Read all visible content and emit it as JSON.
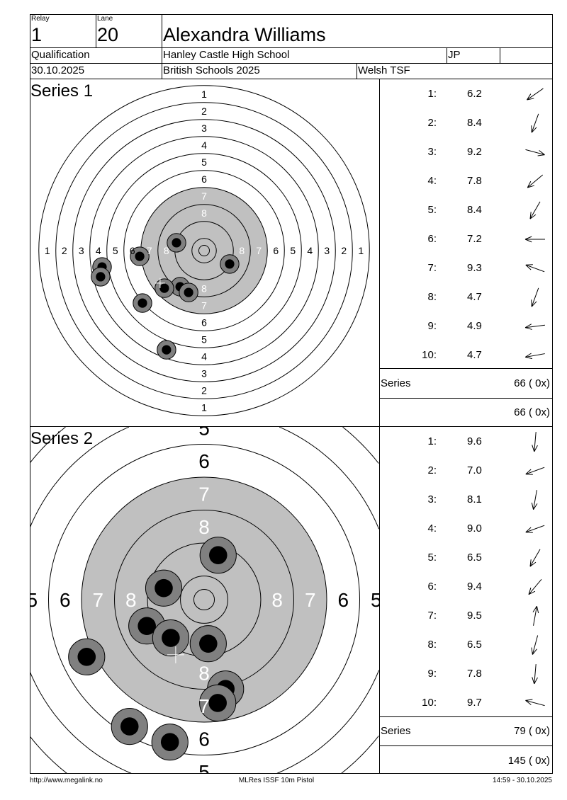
{
  "header": {
    "relay_label": "Relay",
    "relay": "1",
    "lane_label": "Lane",
    "lane": "20",
    "name": "Alexandra Williams",
    "stage": "Qualification",
    "club": "Hanley Castle High School",
    "initials": "JP",
    "date": "30.10.2025",
    "competition": "British Schools 2025",
    "organizer": "Welsh TSF"
  },
  "series": [
    {
      "title": "Series 1",
      "series_label": "Series",
      "series_total": "66 ( 0x)",
      "running_total": "66 ( 0x)",
      "group_center_mm": [
        -20.7,
        15.3
      ],
      "shots": [
        {
          "num": "1:",
          "score": "6.2",
          "direction_deg": 145,
          "x_mm": -17.7,
          "y_mm": 46.7
        },
        {
          "num": "2:",
          "score": "8.4",
          "direction_deg": 110,
          "x_mm": -13.0,
          "y_mm": -3.7
        },
        {
          "num": "3:",
          "score": "9.2",
          "direction_deg": 15,
          "x_mm": 12.0,
          "y_mm": 6.3
        },
        {
          "num": "4:",
          "score": "7.8",
          "direction_deg": 140,
          "x_mm": -29.0,
          "y_mm": 24.7
        },
        {
          "num": "5:",
          "score": "8.4",
          "direction_deg": 120,
          "x_mm": -11.3,
          "y_mm": 17.0
        },
        {
          "num": "6:",
          "score": "7.2",
          "direction_deg": 180,
          "x_mm": -30.3,
          "y_mm": 2.7
        },
        {
          "num": "7:",
          "score": "9.3",
          "direction_deg": 200,
          "x_mm": -7.3,
          "y_mm": 19.7
        },
        {
          "num": "8:",
          "score": "4.7",
          "direction_deg": 110,
          "x_mm": -48.0,
          "y_mm": 7.7
        },
        {
          "num": "9:",
          "score": "4.9",
          "direction_deg": 173,
          "x_mm": -18.7,
          "y_mm": 17.7
        },
        {
          "num": "10:",
          "score": "4.7",
          "direction_deg": 170,
          "x_mm": -48.7,
          "y_mm": 12.3
        }
      ]
    },
    {
      "title": "Series 2",
      "series_label": "Series",
      "series_total": "79 ( 0x)",
      "running_total": "145 ( 0x)",
      "group_center_mm": [
        -6.9,
        13.4
      ],
      "shots": [
        {
          "num": "1:",
          "score": "9.6",
          "direction_deg": 95,
          "x_mm": 1.0,
          "y_mm": 10.7
        },
        {
          "num": "2:",
          "score": "7.0",
          "direction_deg": 160,
          "x_mm": -28.5,
          "y_mm": 13.9
        },
        {
          "num": "3:",
          "score": "8.1",
          "direction_deg": 100,
          "x_mm": 5.2,
          "y_mm": 21.7
        },
        {
          "num": "4:",
          "score": "9.0",
          "direction_deg": 160,
          "x_mm": -13.9,
          "y_mm": 6.4
        },
        {
          "num": "5:",
          "score": "6.5",
          "direction_deg": 120,
          "x_mm": -18.1,
          "y_mm": 30.8
        },
        {
          "num": "6:",
          "score": "9.4",
          "direction_deg": 130,
          "x_mm": -8.1,
          "y_mm": 9.3
        },
        {
          "num": "7:",
          "score": "9.5",
          "direction_deg": 280,
          "x_mm": 3.4,
          "y_mm": -10.8
        },
        {
          "num": "8:",
          "score": "6.5",
          "direction_deg": 105,
          "x_mm": -8.3,
          "y_mm": 34.6
        },
        {
          "num": "9:",
          "score": "7.8",
          "direction_deg": 95,
          "x_mm": 3.3,
          "y_mm": 25.1
        },
        {
          "num": "10:",
          "score": "9.7",
          "direction_deg": 195,
          "x_mm": -9.8,
          "y_mm": -2.8
        }
      ]
    }
  ],
  "ring_labels": [
    "1",
    "2",
    "3",
    "4",
    "5",
    "6",
    "7",
    "8"
  ],
  "colors": {
    "black_area": "#c0c0c0",
    "shot_ring": "#808080",
    "shot_core": "#000000"
  },
  "footer": {
    "url": "http://www.megalink.no",
    "program": "MLRes ISSF 10m Pistol",
    "printed": "14:59 - 30.10.2025"
  }
}
